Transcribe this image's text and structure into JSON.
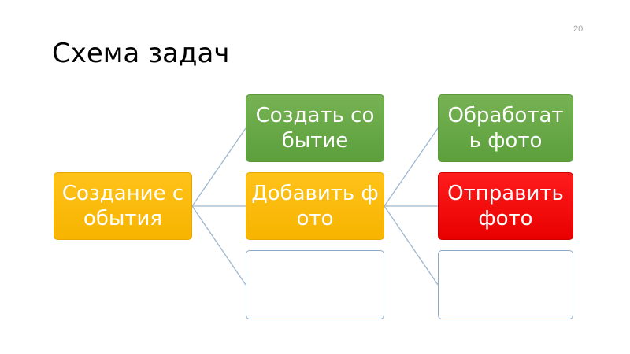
{
  "slide": {
    "title": "Схема задач",
    "page_number": "20"
  },
  "diagram": {
    "root": {
      "label": "Создание события",
      "color": "#f7b400"
    },
    "level1": [
      {
        "label": "Создать событие",
        "color": "#5c9f3b"
      },
      {
        "label": "Добавить фото",
        "color": "#f7b400"
      },
      {
        "label": "",
        "color": "#ffffff"
      }
    ],
    "level2": [
      {
        "label": "Обработать фото",
        "color": "#5c9f3b"
      },
      {
        "label": "Отправить фото",
        "color": "#e80000"
      },
      {
        "label": "",
        "color": "#ffffff"
      }
    ],
    "connector_color": "#9fb7cf"
  }
}
